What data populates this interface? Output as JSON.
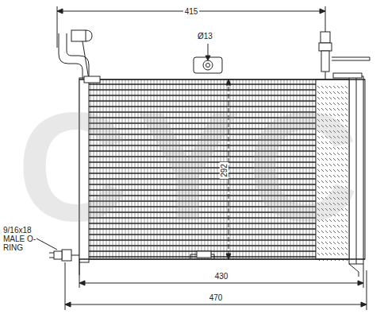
{
  "diagram": {
    "labels": [
      "CYC",
      "415",
      "Ø13",
      "292",
      "9/16x18 MALE O-RING",
      "430",
      "470"
    ]
  }
}
